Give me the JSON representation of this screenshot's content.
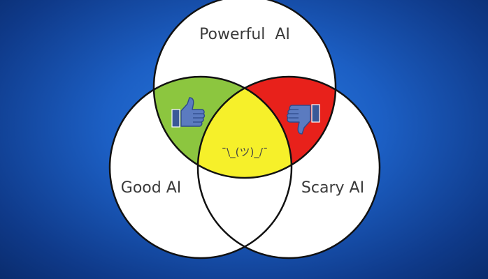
{
  "background_color": "#1c5fc4",
  "sets": [
    {
      "id": "powerful",
      "label": "Powerful  AI"
    },
    {
      "id": "good",
      "label": "Good AI"
    },
    {
      "id": "scary",
      "label": "Scary AI"
    }
  ],
  "intersections": {
    "powerful_good": {
      "color": "#8cc63f",
      "icon": "thumbs-up-icon"
    },
    "powerful_scary": {
      "color": "#e8211b",
      "icon": "thumbs-down-icon"
    },
    "all_three": {
      "color": "#f6f02a",
      "text": "¯\\_(ツ)_/¯"
    }
  }
}
